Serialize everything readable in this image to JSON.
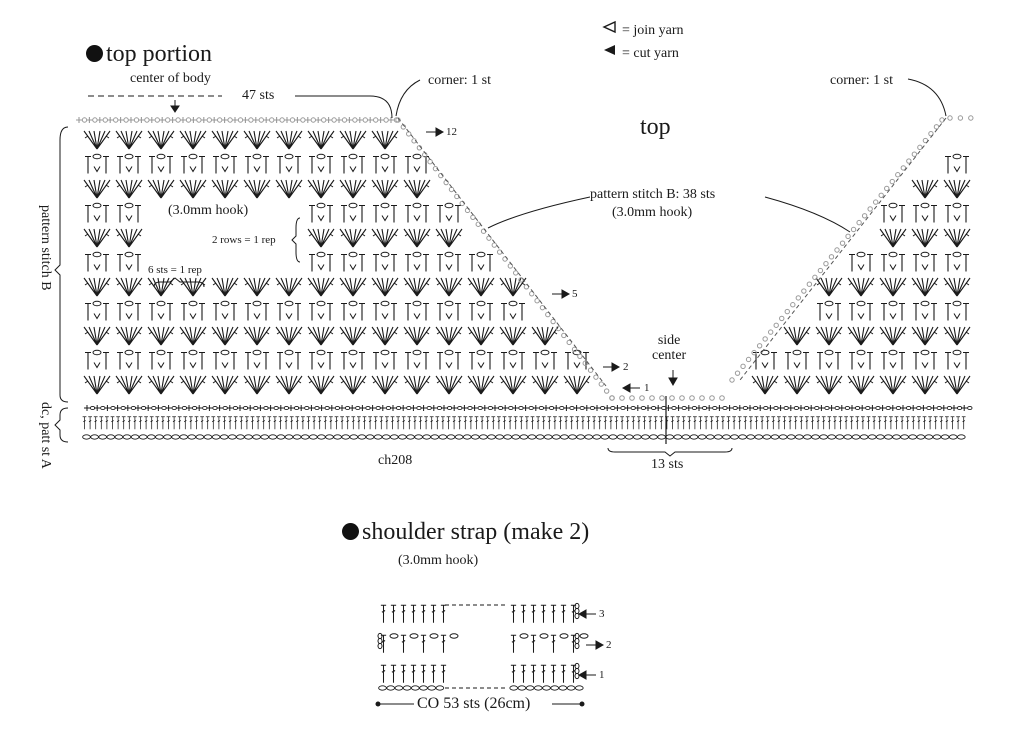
{
  "legend": {
    "join_symbol_icon": "open-triangle",
    "join_text": "= join yarn",
    "cut_symbol_icon": "filled-triangle",
    "cut_text": "= cut yarn"
  },
  "top_portion": {
    "title": "top portion",
    "center_of_body": "center of body",
    "sts_47": "47 sts",
    "corner_left": "corner: 1 st",
    "corner_right": "corner: 1 st",
    "top_label": "top",
    "hook_left": "(3.0mm hook)",
    "pattern_b_label": "pattern stitch B: 38 sts",
    "pattern_b_hook": "(3.0mm hook)",
    "rows_rep": "2 rows = 1 rep",
    "sts_rep": "6 sts = 1 rep",
    "side_pattern_b": "pattern stitch B",
    "side_patt_a": "dc, patt st A",
    "row_12": "12",
    "row_5": "5",
    "row_2": "2",
    "row_1": "1",
    "side_center": "side\ncenter",
    "ch208": "ch208",
    "sts_13": "13 sts"
  },
  "shoulder_strap": {
    "title": "shoulder strap (make 2)",
    "hook": "(3.0mm hook)",
    "row_3": "3",
    "row_2": "2",
    "row_1": "1",
    "co_label": "CO 53 sts (26cm)"
  },
  "colors": {
    "ink": "#1a1a1a",
    "gray_stitch": "#9a9a9a",
    "dash": "#555555"
  }
}
